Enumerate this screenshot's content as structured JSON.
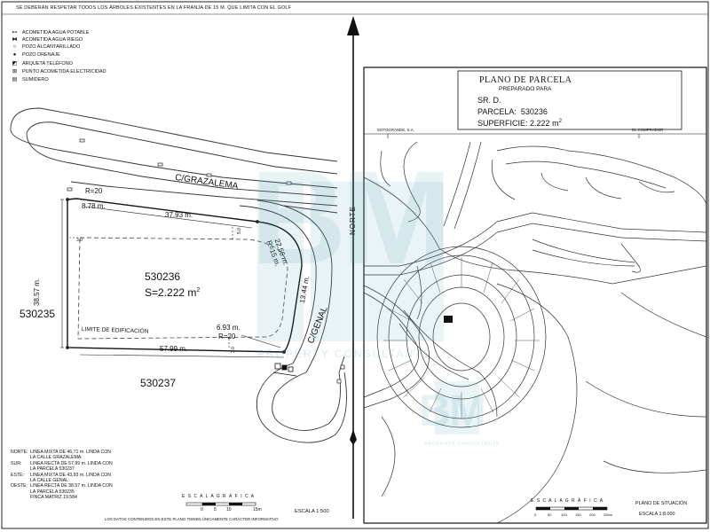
{
  "top_note": "SE DEBERÁN RESPETAR TODOS LOS ÁRBOLES EXISTENTES EN LA FRANJA DE 15 M. QUE LIMITA CON EL GOLF",
  "legend": [
    {
      "icon": "water-supply-line-icon",
      "glyph": "⊷",
      "label": "ACOMETIDA AGUA POTABLE"
    },
    {
      "icon": "irrigation-line-icon",
      "glyph": "⧓",
      "label": "ACOMETIDA AGUA RIEGO"
    },
    {
      "icon": "sewer-well-icon",
      "glyph": "○",
      "label": "POZO ALCANTARILLADO"
    },
    {
      "icon": "drain-well-icon",
      "glyph": "●",
      "label": "POZO DRENAJE"
    },
    {
      "icon": "phone-box-icon",
      "glyph": "◩",
      "label": "ARQUETA TELÉFONO"
    },
    {
      "icon": "electric-point-icon",
      "glyph": "⊠",
      "label": "PUNTO ACOMETIDA ELECTRICIDAD"
    },
    {
      "icon": "drain-grate-icon",
      "glyph": "▤",
      "label": "SUMIDERO"
    }
  ],
  "plot": {
    "id": "530236",
    "area": "S=2.222",
    "area_unit": "m",
    "area_exp": "2",
    "street_north": "C/GRAZALEMA",
    "street_east": "C/GENAL",
    "neighbor_west": "530235",
    "neighbor_south": "530237",
    "build_limit": "LIMITE DE EDIFICACIÓN",
    "dims": {
      "r_top": "R=20",
      "d_top_left": "8.78 m.",
      "d_top": "37.93 m.",
      "d_left": "38.57 m.",
      "d_bottom": "57.99 m.",
      "d_east_arc": "22.56 m.",
      "d_east_arc2": "R=15 m.",
      "d_east": "13.44 m.",
      "d_corner": "6.93 m.",
      "r_bottom": "R=20",
      "setback_left": "3.0",
      "setback_top": "5.0",
      "setback_bottom": "3.0"
    }
  },
  "limits": [
    {
      "key": "NORTE:",
      "lines": [
        "LINEA MIXTA DE 46,71 m. LINDA CON",
        "LA CALLE GRAZALEMA"
      ]
    },
    {
      "key": "SUR:",
      "lines": [
        "LINEA RECTA DE 57,99 m. LINDA CON",
        "LA PARCELA 530237"
      ]
    },
    {
      "key": "ESTE:",
      "lines": [
        "LINEA MIXTA DE 43,93 m. LINDA CON",
        "LA CALLE GENAL"
      ]
    },
    {
      "key": "OESTE:",
      "lines": [
        "LINEA RECTA DE 38,57 m. LINDA CON",
        "LA PARCELA 530235",
        "FINCA MATRIZ 19.584"
      ]
    }
  ],
  "scale_left": {
    "title": "E S C A L A   G R Á F I C A",
    "ticks": [
      "0",
      "5",
      "10",
      "15m"
    ],
    "ratio": "ESCALA 1:500"
  },
  "disclaimer": "LOS DATOS CONTENIDOS EN ESTE PLANO TIENEN ÚNICAMENTE CARÁCTER INFORMATIVO",
  "north_label": "NORTE",
  "info_box": {
    "title": "PLANO DE PARCELA",
    "subtitle": "PREPARADO PARA",
    "client": "SR. D.",
    "parcela_label": "PARCELA:",
    "parcela_value": "530236",
    "superficie_label": "SUPERFICIE:",
    "superficie_value": "2.222",
    "superficie_unit": "m",
    "superficie_exp": "2"
  },
  "map": {
    "label_left": "SOTOGRANDE, S.A.",
    "label_right": "EL COMPRADOR"
  },
  "scale_right": {
    "title": "E S C A L A   G R Á F I C A",
    "ticks": [
      "0",
      "50",
      "100",
      "150",
      "200",
      "250m"
    ],
    "name": "PLANO DE SITUACIÓN",
    "ratio": "ESCALA 1:8.000"
  },
  "watermark": {
    "letters": "BM",
    "tagline": "PROPERTY CONSULTANTS"
  }
}
